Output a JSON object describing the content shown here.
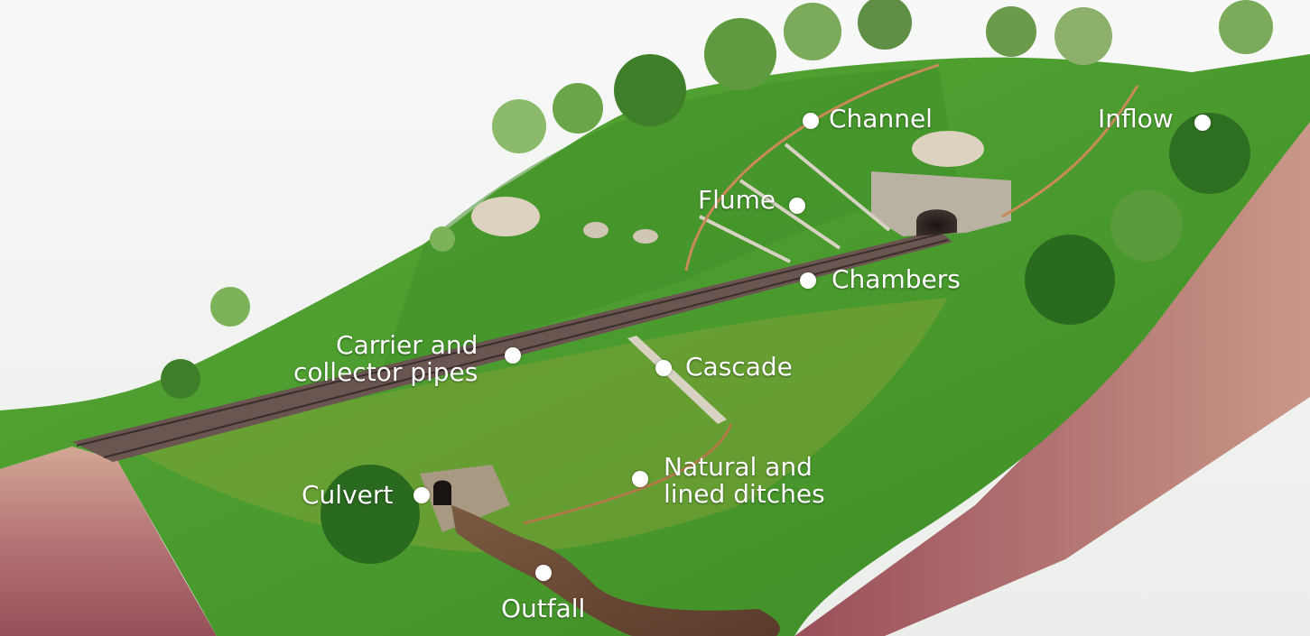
{
  "labels": {
    "channel": "Channel",
    "inflow": "Inflow",
    "flume": "Flume",
    "chambers": "Chambers",
    "carrier_line1": "Carrier and",
    "carrier_line2": "collector pipes",
    "cascade": "Cascade",
    "natural_line1": "Natural and",
    "natural_line2": "lined ditches",
    "culvert": "Culvert",
    "outfall": "Outfall"
  },
  "colors": {
    "grass": "#4a9b2e",
    "grass_dark": "#2f7a22",
    "soil_top": "#c89a88",
    "soil_bottom": "#9a4f5a",
    "water": "#6b4a35",
    "track": "#5a4a45",
    "stone": "#d8ccb8"
  }
}
